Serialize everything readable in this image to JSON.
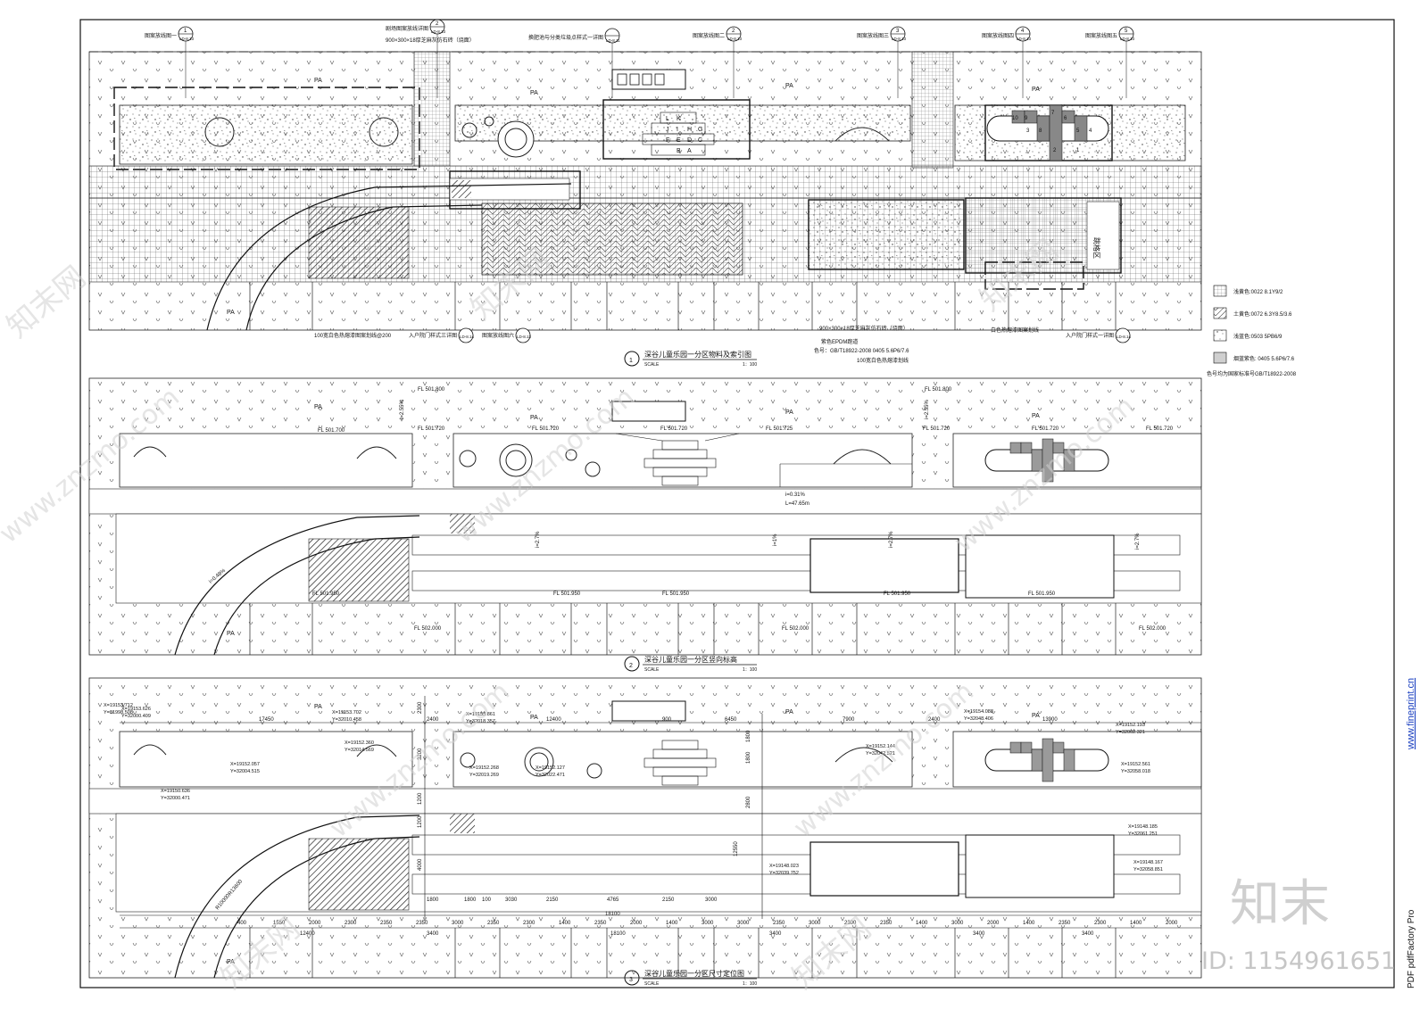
{
  "legend": {
    "items": [
      {
        "label": "浅黄色:0022 8.1Y9/2"
      },
      {
        "label": "土黄色:0072 6.3Y8.5/3.6"
      },
      {
        "label": "浅蓝色:0503 5PB6/9"
      },
      {
        "label": "烟蓝紫色: 0405 5.6P6/7.6"
      }
    ],
    "note": "色号均为国家标准号GB/T18922-2008"
  },
  "panels": [
    {
      "title": "深谷儿童乐园一分区物料及索引图",
      "no": "1",
      "scale": "1：100"
    },
    {
      "title": "深谷儿童乐园一分区竖向标高",
      "no": "2",
      "scale": "1：100"
    },
    {
      "title": "深谷儿童乐园一分区尺寸定位图",
      "no": "3",
      "scale": "1：100"
    }
  ],
  "scale_word": "SCALE",
  "zone": "PA",
  "panel1": {
    "callouts_top": [
      {
        "text": "图案放线图一",
        "ref_no": "1",
        "ref": "LD-8.13"
      },
      {
        "text": "剧场图案放线详图",
        "ref_no": "2",
        "ref": "LD-8.13"
      },
      {
        "text": "900×300×18厚芝麻灰仿石砖（烧面）",
        "ref_no": "",
        "ref": ""
      },
      {
        "text": "换肥池与分类垃圾点样式一详图",
        "ref_no": "",
        "ref": "LD-8.11"
      },
      {
        "text": "图案放线图二",
        "ref_no": "2",
        "ref": "LD-8.13"
      },
      {
        "text": "图案放线图三",
        "ref_no": "3",
        "ref": "LD-8.13"
      },
      {
        "text": "图案放线图四",
        "ref_no": "4",
        "ref": "LD-8.13"
      },
      {
        "text": "图案放线图五",
        "ref_no": "5",
        "ref": "LD-8.13"
      }
    ],
    "callouts_bottom": [
      {
        "text": "100宽白色热熔漆图案划线@200"
      },
      {
        "text": "入户院门样式三详图",
        "ref": "LD-8.14"
      },
      {
        "text": "图案放线图六",
        "ref": "LD-8.13"
      },
      {
        "text": "900×300×18厚芝麻灰仿石砖（烧面）"
      },
      {
        "text": "紫色EPDM跑道"
      },
      {
        "text": "色号：GB/T18922-2008 0405 5.6P6/7.6"
      },
      {
        "text": "100宽白色热熔漆划线"
      },
      {
        "text": "白色热熔漆图案划线"
      },
      {
        "text": "入户院门样式一详图",
        "ref": "LD-8.14"
      }
    ],
    "letters": [
      "L",
      "K",
      "J",
      "I",
      "H",
      "G",
      "F",
      "E",
      "D",
      "C",
      "B",
      "A"
    ],
    "hop_numbers": [
      "10",
      "9",
      "8",
      "7",
      "6",
      "5",
      "4",
      "3",
      "2",
      "1"
    ],
    "play_sign": "跳格区"
  },
  "panel2": {
    "elevations": [
      "FL 501.800",
      "FL 501.720",
      "FL 501.700",
      "FL 501.720",
      "FL 501.720",
      "FL 501.725",
      "FL 501.800",
      "FL 501.720",
      "FL 501.720",
      "FL 501.720",
      "FL 501.950",
      "FL 501.950",
      "FL 501.950",
      "FL 501.950",
      "FL 501.950",
      "FL 502.000",
      "FL 502.000",
      "FL 502.000"
    ],
    "slopes": [
      "i=2.55%",
      "i=2.55%",
      "i=0.31%",
      "L=47.65m",
      "i=2.7%",
      "i=1%",
      "i=2.7%",
      "i=2.7%",
      "i=0.48%"
    ]
  },
  "panel3": {
    "coords": [
      "X=19153.712",
      "Y=31998.508",
      "X=19153.626",
      "Y=32000.409",
      "X=19153.702",
      "Y=32010.458",
      "X=19153.861",
      "Y=32018.357",
      "X=19154.088",
      "Y=32048.406",
      "X=19152.360",
      "Y=32014.569",
      "X=19152.057",
      "Y=32004.515",
      "X=19150.636",
      "Y=32000.471",
      "X=19152.268",
      "Y=32019.269",
      "X=19152.127",
      "Y=32022.471",
      "X=19152.144",
      "Y=32042.521",
      "X=19152.193",
      "Y=32062.321",
      "X=19152.561",
      "Y=32058.018",
      "X=19148.185",
      "Y=32061.251",
      "X=19148.023",
      "Y=32039.752",
      "X=19148.167",
      "Y=32058.851"
    ],
    "dims_top": [
      "17450",
      "2400",
      "12400",
      "900",
      "6450",
      "7900",
      "2400",
      "13900"
    ],
    "dims_side": [
      "2300",
      "3200",
      "1200",
      "1800",
      "2800",
      "12550",
      "4000",
      "1200",
      "1800"
    ],
    "dims_mid": [
      "1800",
      "1800",
      "100",
      "3030",
      "2150",
      "4765",
      "2150",
      "3000",
      "18100",
      "R13600",
      "R10000"
    ],
    "dims_bottom": [
      "400",
      "1550",
      "2000",
      "2300",
      "2350",
      "2350",
      "3000",
      "2350",
      "2300",
      "1400",
      "2350",
      "2000",
      "1400",
      "3000",
      "3000",
      "2350",
      "3000",
      "2300",
      "2350",
      "1400",
      "3000",
      "2000",
      "1400",
      "2350",
      "2300",
      "1400",
      "2000"
    ],
    "dims_bottom2": [
      "12400",
      "3400",
      "18100",
      "3400",
      "3400",
      "3400"
    ]
  },
  "watermarks": {
    "site": "www.znzmo.com",
    "brand": "知末网",
    "logo": "知末",
    "id": "ID: 1154961651",
    "fineprint": "www.fineprint.cn",
    "pdf": "PDF    pdfFactory Pro"
  }
}
